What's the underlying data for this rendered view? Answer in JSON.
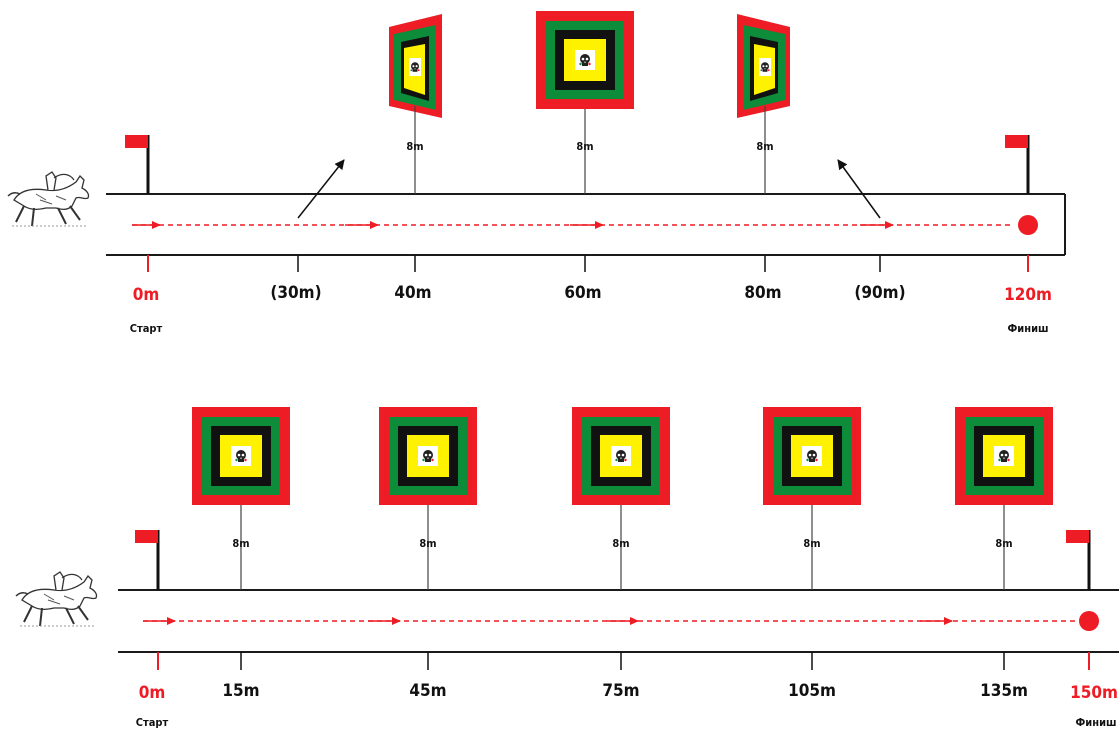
{
  "colors": {
    "red": "#ee1c24",
    "green": "#0d8c3a",
    "black": "#111111",
    "yellow": "#fff200",
    "line": "#1a1a1a"
  },
  "icons": [
    "horse-archer-icon",
    "flag-icon",
    "skull-icon",
    "target-icon",
    "finish-dot-icon"
  ],
  "course1": {
    "start_distance": "0m",
    "start_label": "Старт",
    "finish_distance": "120m",
    "finish_label": "Финиш",
    "markers": [
      "(30m)",
      "40m",
      "60m",
      "80m",
      "(90m)"
    ],
    "targets": [
      {
        "position": "40m",
        "offset_label": "8m",
        "view": "angled-left"
      },
      {
        "position": "60m",
        "offset_label": "8m",
        "view": "front"
      },
      {
        "position": "80m",
        "offset_label": "8m",
        "view": "angled-right"
      }
    ]
  },
  "course2": {
    "start_distance": "0m",
    "start_label": "Старт",
    "finish_distance": "150m",
    "finish_label": "Финиш",
    "markers": [
      "15m",
      "45m",
      "75m",
      "105m",
      "135m"
    ],
    "targets": [
      {
        "position": "15m",
        "offset_label": "8m",
        "view": "front"
      },
      {
        "position": "45m",
        "offset_label": "8m",
        "view": "front"
      },
      {
        "position": "75m",
        "offset_label": "8m",
        "view": "front"
      },
      {
        "position": "105m",
        "offset_label": "8m",
        "view": "front"
      },
      {
        "position": "135m",
        "offset_label": "8m",
        "view": "front"
      }
    ]
  }
}
